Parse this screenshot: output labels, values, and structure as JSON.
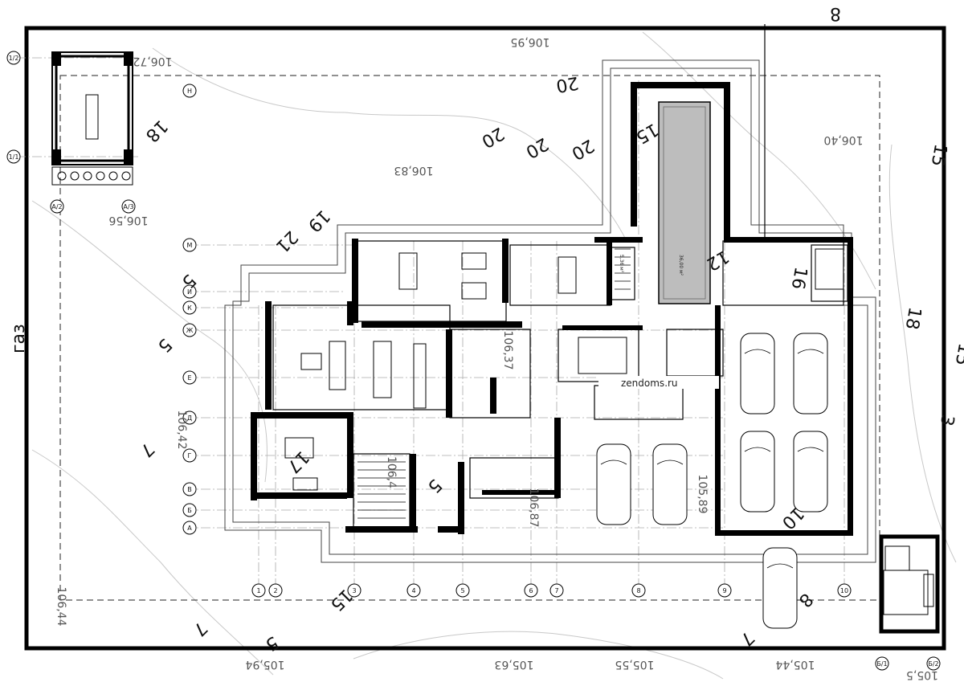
{
  "gas_label": "газ",
  "watermark": "zendoms.ru",
  "pool_area": "36,00 м²",
  "room_area": "5,36 м²",
  "grid_rows": [
    "1/2",
    "Н",
    "1/1",
    "А/2",
    "А/3",
    "М",
    "И",
    "К",
    "Ж",
    "Е",
    "Д",
    "Г",
    "В",
    "Б",
    "А"
  ],
  "grid_cols": [
    "1",
    "2",
    "3",
    "4",
    "5",
    "6",
    "7",
    "8",
    "9",
    "10",
    "Б/1",
    "Б/2"
  ],
  "elevations": [
    "106,95",
    "106,72",
    "106,83",
    "106,40",
    "106,56",
    "106,42",
    "106,37",
    "106,4",
    "106,87",
    "105,89",
    "106,44",
    "105,94",
    "105,63",
    "105,55",
    "105,44",
    "105,5"
  ],
  "numbers": [
    "8",
    "20",
    "20",
    "20",
    "20",
    "18",
    "19",
    "21",
    "15",
    "15",
    "5",
    "7",
    "16",
    "18",
    "5",
    "3",
    "17",
    "15",
    "10",
    "8",
    "7",
    "7",
    "5",
    "5",
    "15",
    "12"
  ]
}
